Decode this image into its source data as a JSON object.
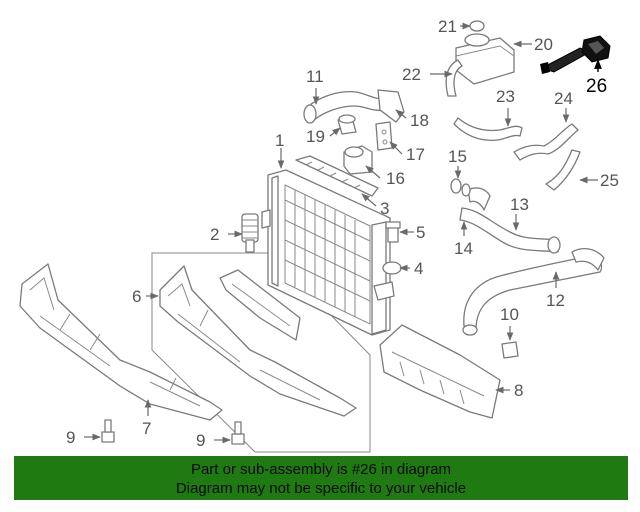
{
  "diagram": {
    "callouts": [
      "1",
      "2",
      "3",
      "4",
      "5",
      "6",
      "7",
      "8",
      "9",
      "9",
      "10",
      "11",
      "12",
      "13",
      "14",
      "15",
      "16",
      "17",
      "18",
      "19",
      "20",
      "21",
      "22",
      "23",
      "24",
      "25",
      "26"
    ],
    "highlighted_part": "26",
    "colors": {
      "line": "#7a7a7a",
      "highlight": "#000000",
      "banner": "#1f7a12"
    }
  },
  "banner": {
    "line1": "Part or sub-assembly is #26 in diagram",
    "line2": "Diagram may not be specific to your vehicle"
  }
}
